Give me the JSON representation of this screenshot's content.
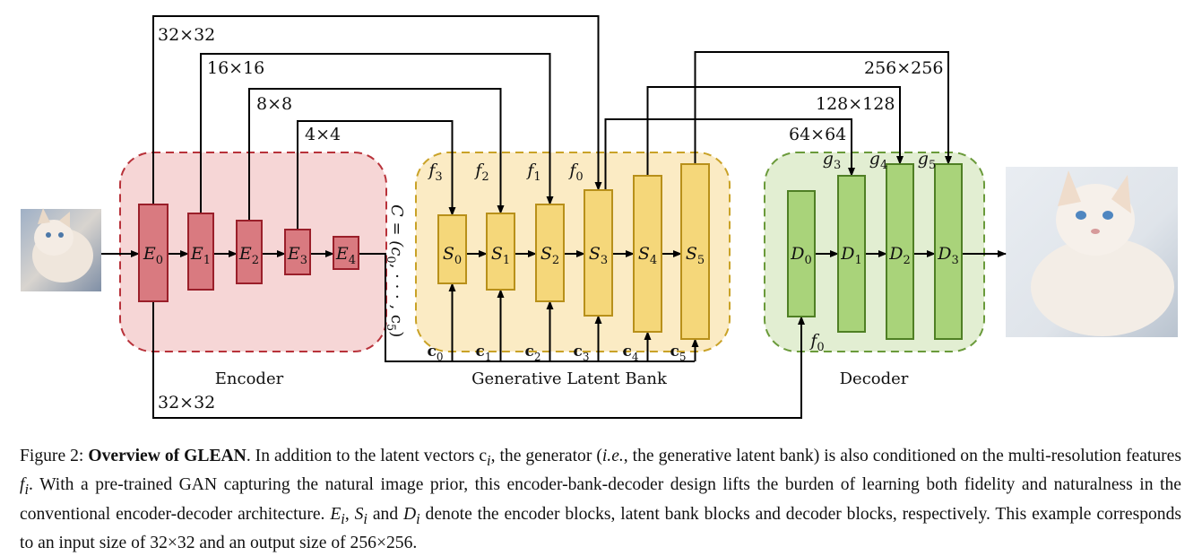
{
  "diagram": {
    "encoder": {
      "label": "Encoder",
      "blocks": [
        "E",
        "E",
        "E",
        "E",
        "E"
      ],
      "subs": [
        "0",
        "1",
        "2",
        "3",
        "4"
      ],
      "fill": "#f6d6d6",
      "border": "#b8323a",
      "block_color": "#d97a80"
    },
    "latent_bank": {
      "label": "Generative Latent Bank",
      "blocks": [
        "S",
        "S",
        "S",
        "S",
        "S",
        "S"
      ],
      "subs": [
        "0",
        "1",
        "2",
        "3",
        "4",
        "5"
      ],
      "feature_labels": [
        "f",
        "f",
        "f",
        "f"
      ],
      "feature_subs": [
        "3",
        "2",
        "1",
        "0"
      ],
      "latent_labels": [
        "c",
        "c",
        "c",
        "c",
        "c",
        "c"
      ],
      "latent_subs": [
        "0",
        "1",
        "2",
        "3",
        "4",
        "5"
      ],
      "fill": "#fbebc4",
      "border": "#c9a227",
      "block_color": "#f5d77a"
    },
    "decoder": {
      "label": "Decoder",
      "blocks": [
        "D",
        "D",
        "D",
        "D"
      ],
      "subs": [
        "0",
        "1",
        "2",
        "3"
      ],
      "g_labels": [
        "g",
        "g",
        "g"
      ],
      "g_subs": [
        "3",
        "4",
        "5"
      ],
      "f0_label": "f",
      "f0_sub": "0",
      "fill": "#e2eed2",
      "border": "#6a9a3a",
      "block_color": "#a9d37a"
    },
    "latent_vector_label": "C = (c",
    "latent_vector_label_2": "0",
    "latent_vector_label_3": ", · · · , c",
    "latent_vector_label_4": "5",
    "latent_vector_label_5": ")",
    "resolutions": {
      "enc_32": "32×32",
      "enc_16": "16×16",
      "enc_8": "8×8",
      "enc_4": "4×4",
      "dec_256": "256×256",
      "dec_128": "128×128",
      "dec_64": "64×64",
      "skip_32": "32×32"
    }
  },
  "caption": {
    "prefix": "Figure 2: ",
    "title": "Overview of GLEAN",
    "body": ". In addition to the latent vectors c",
    "body_sub1": "i",
    "body2": ", the generator (",
    "body_ie": "i.e.",
    "body3": ", the generative latent bank) is also conditioned on the multi-resolution features ",
    "body_f": "f",
    "body_fsub": "i",
    "body4": ". With a pre-trained GAN capturing the natural image prior, this encoder-bank-decoder design lifts the burden of learning both fidelity and naturalness in the conventional encoder-decoder architecture. ",
    "body_E": "E",
    "body_Esub": "i",
    "body5": ", ",
    "body_S": "S",
    "body_Ssub": "i",
    "body6": " and ",
    "body_D": "D",
    "body_Dsub": "i",
    "body7": " denote the encoder blocks, latent bank blocks and decoder blocks, respectively. This example corresponds to an input size of 32×32 and an output size of 256×256."
  }
}
